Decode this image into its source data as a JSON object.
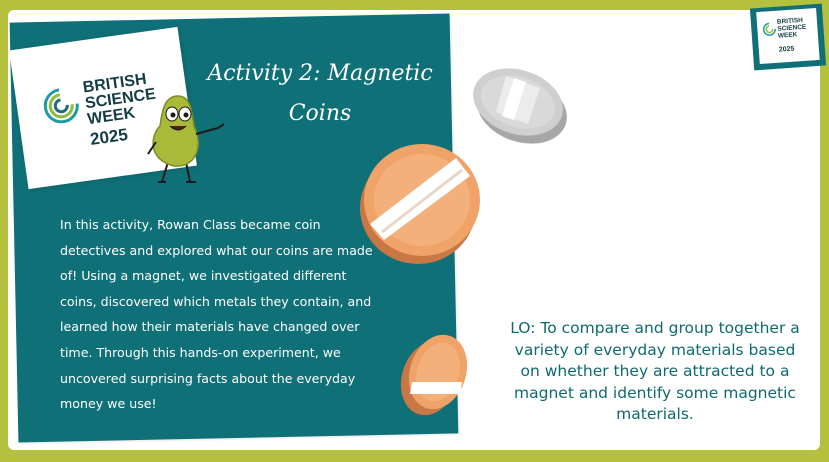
{
  "logo": {
    "line1": "BRITISH",
    "line2": "SCIENCE",
    "line3": "WEEK",
    "year": "2025"
  },
  "title": {
    "line1": "Activity 2: Magnetic",
    "line2": "Coins"
  },
  "body": "In this activity, Rowan Class became coin detectives and explored what our coins are made of! Using a magnet, we investigated different coins, discovered which metals they contain, and learned how their materials have changed over time. Through this hands-on experiment, we uncovered surprising facts about the everyday money we use!",
  "lo": "LO: To compare and group together a variety of everyday materials based on whether they are attracted to a magnet and identify some magnetic materials.",
  "colors": {
    "teal": "#0f7077",
    "border_green": "#b4c03e",
    "coin_orange": "#f0a368",
    "coin_silver": "#c9c9c9",
    "character_green": "#a9ba3a"
  },
  "icons": [
    "bsw-rings-logo-icon",
    "pear-character-icon",
    "silver-coin-icon",
    "copper-coin-icon"
  ]
}
